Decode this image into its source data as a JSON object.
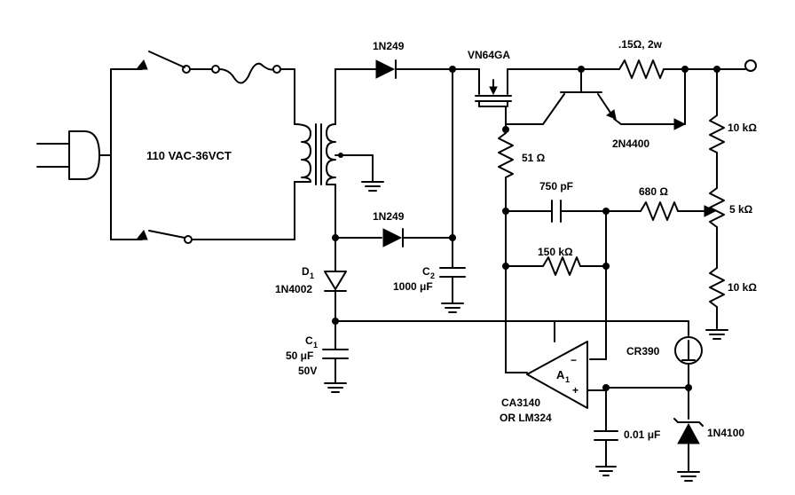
{
  "labels": {
    "transformer": "110 VAC-36VCT",
    "diode_top": "1N249",
    "diode_mid": "1N249",
    "mosfet": "VN64GA",
    "r_sense": ".15Ω, 2w",
    "transistor": "2N4400",
    "r_51": "51 Ω",
    "c_750": "750 pF",
    "r_680": "680 Ω",
    "r_150k": "150 kΩ",
    "r_10k_top": "10 kΩ",
    "pot_5k": "5 kΩ",
    "r_10k_bot": "10 kΩ",
    "d1_name": "D",
    "d1_sub": "1",
    "d1_part": "1N4002",
    "c2_name": "C",
    "c2_sub": "2",
    "c2_value": "1000 μF",
    "c1_name": "C",
    "c1_sub": "1",
    "c1_value": "50 μF",
    "c1_voltage": "50V",
    "opamp_name": "A",
    "opamp_sub": "1",
    "opamp_minus": "−",
    "opamp_plus": "+",
    "opamp_part1": "CA3140",
    "opamp_part2": "OR LM324",
    "cr390": "CR390",
    "c_001": "0.01 μF",
    "zener": "1N4100"
  }
}
